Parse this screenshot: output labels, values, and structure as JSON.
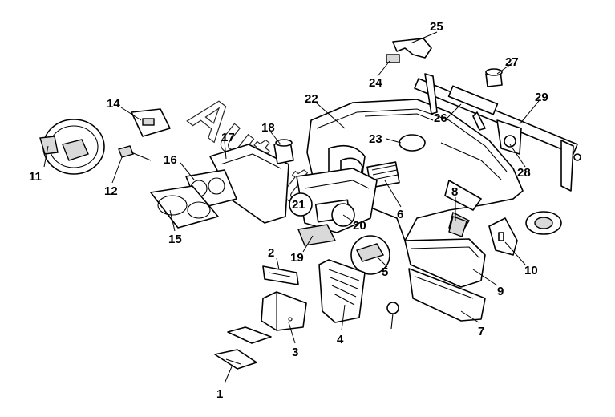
{
  "diagram": {
    "callouts": [
      {
        "id": "c1",
        "label": "1"
      },
      {
        "id": "c2",
        "label": "2"
      },
      {
        "id": "c3",
        "label": "3"
      },
      {
        "id": "c4",
        "label": "4"
      },
      {
        "id": "c5",
        "label": "5"
      },
      {
        "id": "c6",
        "label": "6"
      },
      {
        "id": "c7",
        "label": "7"
      },
      {
        "id": "c8",
        "label": "8"
      },
      {
        "id": "c9",
        "label": "9"
      },
      {
        "id": "c10",
        "label": "10"
      },
      {
        "id": "c11",
        "label": "11"
      },
      {
        "id": "c12",
        "label": "12"
      },
      {
        "id": "c14",
        "label": "14"
      },
      {
        "id": "c15",
        "label": "15"
      },
      {
        "id": "c16",
        "label": "16"
      },
      {
        "id": "c17",
        "label": "17"
      },
      {
        "id": "c18",
        "label": "18"
      },
      {
        "id": "c19",
        "label": "19"
      },
      {
        "id": "c20",
        "label": "20"
      },
      {
        "id": "c21",
        "label": "21"
      },
      {
        "id": "c22",
        "label": "22"
      },
      {
        "id": "c23",
        "label": "23"
      },
      {
        "id": "c24",
        "label": "24"
      },
      {
        "id": "c25",
        "label": "25"
      },
      {
        "id": "c26",
        "label": "26"
      },
      {
        "id": "c27",
        "label": "27"
      },
      {
        "id": "c28",
        "label": "28"
      },
      {
        "id": "c29",
        "label": "29"
      }
    ],
    "watermark": "Autotur",
    "line_color": "#000000",
    "background_color": "#ffffff"
  }
}
